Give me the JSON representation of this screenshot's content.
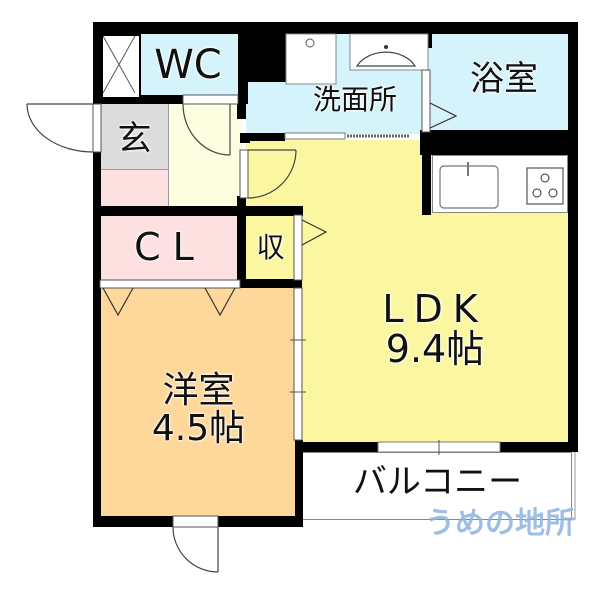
{
  "floorplan": {
    "rooms": {
      "wc": {
        "label": "WC",
        "color": "#d4f3fb"
      },
      "washroom": {
        "label": "洗面所",
        "color": "#d4f3fb"
      },
      "bathroom": {
        "label": "浴室",
        "color": "#d4f3fb"
      },
      "entrance": {
        "label": "玄",
        "color": "#dcdcdc"
      },
      "closet": {
        "label": "CL",
        "color": "#fde0e0"
      },
      "storage": {
        "label": "収",
        "color": "#fde0e0"
      },
      "western_room": {
        "label": "洋室",
        "size": "4.5帖",
        "color": "#fdd89a"
      },
      "ldk": {
        "label": "LDK",
        "size": "9.4帖",
        "color": "#fbf7a0"
      },
      "balcony": {
        "label": "バルコニー",
        "color": "#ffffff"
      },
      "hall": {
        "color": "#fdfde0"
      }
    },
    "watermark": "うめの地所",
    "watermark_color": "#8fb3df"
  }
}
